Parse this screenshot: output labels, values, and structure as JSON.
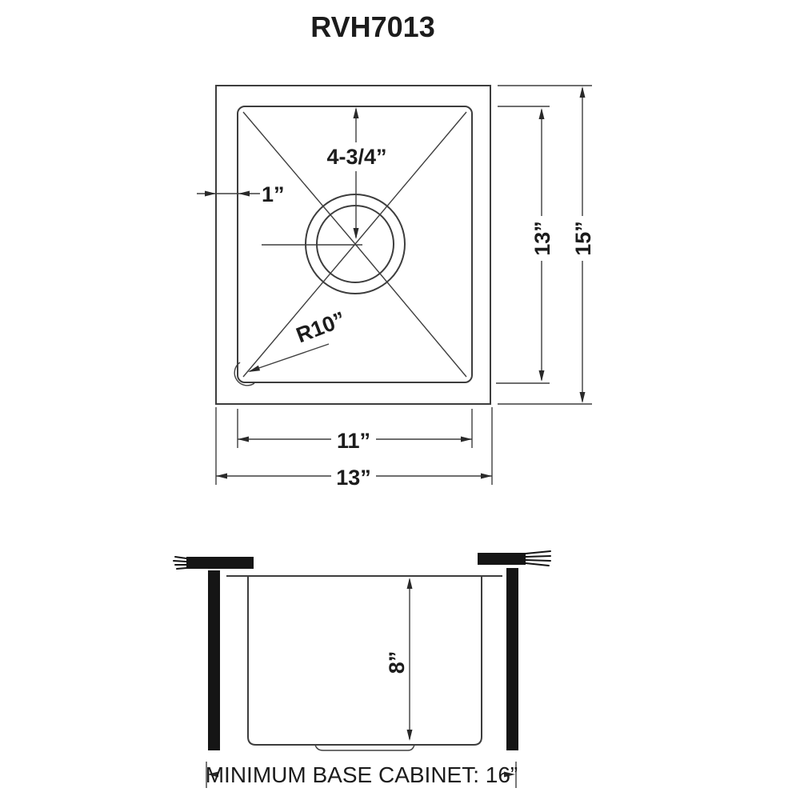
{
  "title": "RVH7013",
  "colors": {
    "line": "#3d3d3d",
    "text": "#1c1c1c",
    "solid_black": "#151515",
    "background": "#ffffff"
  },
  "top_view": {
    "dim_drain_offset": "4-3/4”",
    "dim_rim_width": "1”",
    "dim_corner_radius": "R10”",
    "dim_inner_height": "13”",
    "dim_outer_height": "15”",
    "dim_inner_width": "11”",
    "dim_outer_width": "13”"
  },
  "side_view": {
    "dim_bowl_depth": "8”",
    "note_min_cabinet": "MINIMUM BASE CABINET: 16”"
  }
}
